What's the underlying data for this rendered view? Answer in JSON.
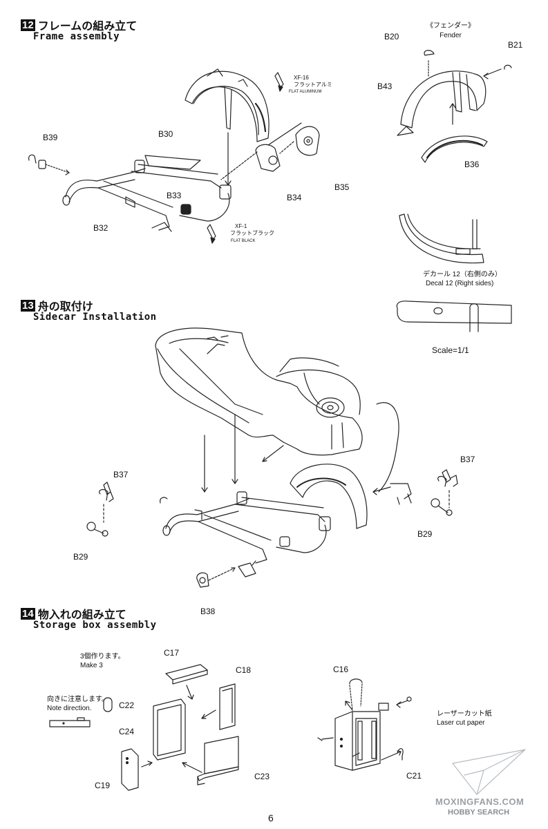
{
  "sections": [
    {
      "number": "12",
      "title_jp": "フレームの組み立て",
      "title_en": "Frame assembly"
    },
    {
      "number": "13",
      "title_jp": "舟の取付け",
      "title_en": "Sidecar Installation"
    },
    {
      "number": "14",
      "title_jp": "物入れの組み立て",
      "title_en": "Storage box assembly"
    }
  ],
  "fender": {
    "title_jp": "《フェンダー》",
    "title_en": "Fender"
  },
  "parts12": {
    "b20": "B20",
    "b21": "B21",
    "b43": "B43",
    "b36": "B36",
    "b39": "B39",
    "b30": "B30",
    "b33": "B33",
    "b32": "B32",
    "b34": "B34",
    "b35": "B35"
  },
  "paints": {
    "xf16_code": "XF-16",
    "xf16_jp": "フラットアルミ",
    "xf16_en": "FLAT ALUMINUM",
    "xf1_code": "XF-1",
    "xf1_jp": "フラットブラック",
    "xf1_en": "FLAT BLACK"
  },
  "decal": {
    "jp": "デカール 12（右側のみ）",
    "en": "Decal 12 (Right sides)"
  },
  "scale_text": "Scale=1/1",
  "parts13": {
    "b37_left": "B37",
    "b29_left": "B29",
    "b37_right": "B37",
    "b29_right": "B29",
    "b38": "B38"
  },
  "storage": {
    "make3_jp": "3個作ります。",
    "make3_en": "Make 3",
    "note_jp": "向きに注意します。",
    "note_en": "Note direction.",
    "c17": "C17",
    "c18": "C18",
    "c22": "C22",
    "c24": "C24",
    "c19": "C19",
    "c23": "C23",
    "c16": "C16",
    "c21": "C21",
    "laser_jp": "レーザーカット紙",
    "laser_en": "Laser cut paper"
  },
  "page_number": "6",
  "watermark": {
    "line1": "MOXINGFANS.COM",
    "line2": "HOBBY SEARCH"
  }
}
